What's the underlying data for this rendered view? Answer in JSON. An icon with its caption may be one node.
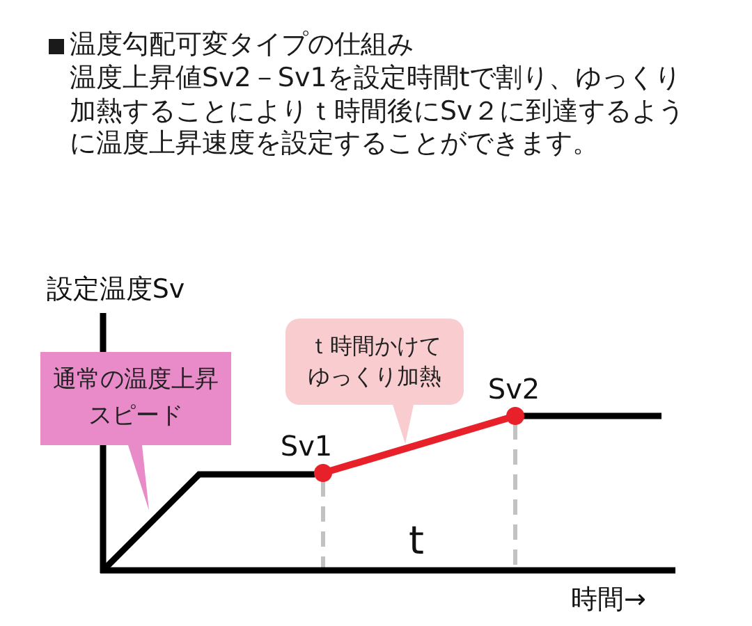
{
  "diagram": {
    "title": "温度勾配可変タイプの仕組み",
    "nodes": [
      {
        "text": [
          "通常の温度上昇スピード"
        ]
      },
      {
        "text": [
          "ｔ時間かけてゆっくり加熱"
        ]
      }
    ],
    "labels": [
      "温度上昇値Sv2－Sv1を設定時間tで割り、ゆっくり加熱することによりｔ時間後にSv２に到達するように温度上昇速度を設定することができます。",
      "設定温度Sv",
      "Sv2",
      "Sv1",
      "t",
      "時間→"
    ]
  }
}
